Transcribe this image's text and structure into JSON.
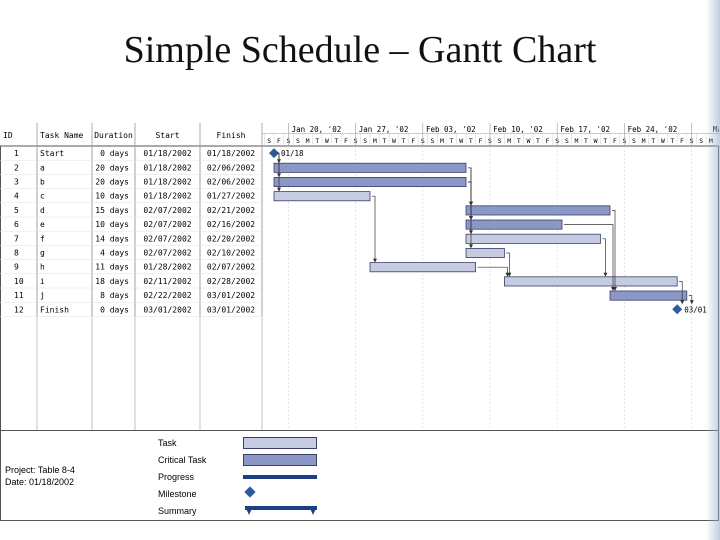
{
  "slide_title": "Simple Schedule – Gantt Chart",
  "table": {
    "headers": {
      "id": "ID",
      "task_name": "Task Name",
      "duration": "Duration",
      "start": "Start",
      "finish": "Finish"
    }
  },
  "timeline": {
    "weeks": [
      "Jan 20, '02",
      "Jan 27, '02",
      "Feb 03, '02",
      "Feb 10, '02",
      "Feb 17, '02",
      "Feb 24, '02",
      "Mar"
    ],
    "day_letters": "SFSSMTWTFSSMTWTFSSMTWTFSSMTWTFSSMTWTFSSMTWTFSSM"
  },
  "legend": {
    "project": "Project: Table 8-4",
    "date": "Date: 01/18/2002",
    "items": [
      "Task",
      "Critical Task",
      "Progress",
      "Milestone",
      "Summary"
    ]
  },
  "colors": {
    "task_fill": "#c5cbe0",
    "critical_fill": "#8b97c4",
    "bar_border": "#3a3f6a",
    "milestone": "#2a5c9c",
    "progress": "#1f3f85",
    "grid": "#9a9a9a",
    "link": "#333333"
  },
  "chart_data": {
    "type": "table",
    "title": "",
    "rows": [
      {
        "id": "1",
        "name": "Start",
        "duration": "0 days",
        "start": "01/18/2002",
        "finish": "01/18/2002",
        "milestone": true,
        "critical": false,
        "label": "01/18"
      },
      {
        "id": "2",
        "name": "a",
        "duration": "20 days",
        "start": "01/18/2002",
        "finish": "02/06/2002",
        "milestone": false,
        "critical": true
      },
      {
        "id": "3",
        "name": "b",
        "duration": "20 days",
        "start": "01/18/2002",
        "finish": "02/06/2002",
        "milestone": false,
        "critical": true
      },
      {
        "id": "4",
        "name": "c",
        "duration": "10 days",
        "start": "01/18/2002",
        "finish": "01/27/2002",
        "milestone": false,
        "critical": false
      },
      {
        "id": "5",
        "name": "d",
        "duration": "15 days",
        "start": "02/07/2002",
        "finish": "02/21/2002",
        "milestone": false,
        "critical": true
      },
      {
        "id": "6",
        "name": "e",
        "duration": "10 days",
        "start": "02/07/2002",
        "finish": "02/16/2002",
        "milestone": false,
        "critical": true
      },
      {
        "id": "7",
        "name": "f",
        "duration": "14 days",
        "start": "02/07/2002",
        "finish": "02/20/2002",
        "milestone": false,
        "critical": false
      },
      {
        "id": "8",
        "name": "g",
        "duration": "4 days",
        "start": "02/07/2002",
        "finish": "02/10/2002",
        "milestone": false,
        "critical": false
      },
      {
        "id": "9",
        "name": "h",
        "duration": "11 days",
        "start": "01/28/2002",
        "finish": "02/07/2002",
        "milestone": false,
        "critical": false
      },
      {
        "id": "10",
        "name": "i",
        "duration": "18 days",
        "start": "02/11/2002",
        "finish": "02/28/2002",
        "milestone": false,
        "critical": false
      },
      {
        "id": "11",
        "name": "j",
        "duration": "8 days",
        "start": "02/22/2002",
        "finish": "03/01/2002",
        "milestone": false,
        "critical": true
      },
      {
        "id": "12",
        "name": "Finish",
        "duration": "0 days",
        "start": "03/01/2002",
        "finish": "03/01/2002",
        "milestone": true,
        "critical": false,
        "label": "03/01"
      }
    ],
    "links": [
      [
        1,
        2
      ],
      [
        1,
        3
      ],
      [
        1,
        4
      ],
      [
        2,
        5
      ],
      [
        2,
        6
      ],
      [
        3,
        5
      ],
      [
        3,
        6
      ],
      [
        3,
        7
      ],
      [
        3,
        8
      ],
      [
        4,
        9
      ],
      [
        9,
        10
      ],
      [
        5,
        11
      ],
      [
        6,
        11
      ],
      [
        7,
        10
      ],
      [
        8,
        10
      ],
      [
        10,
        12
      ],
      [
        11,
        12
      ]
    ],
    "time_axis": {
      "start": "2002-01-18",
      "end": "2002-03-04"
    }
  }
}
